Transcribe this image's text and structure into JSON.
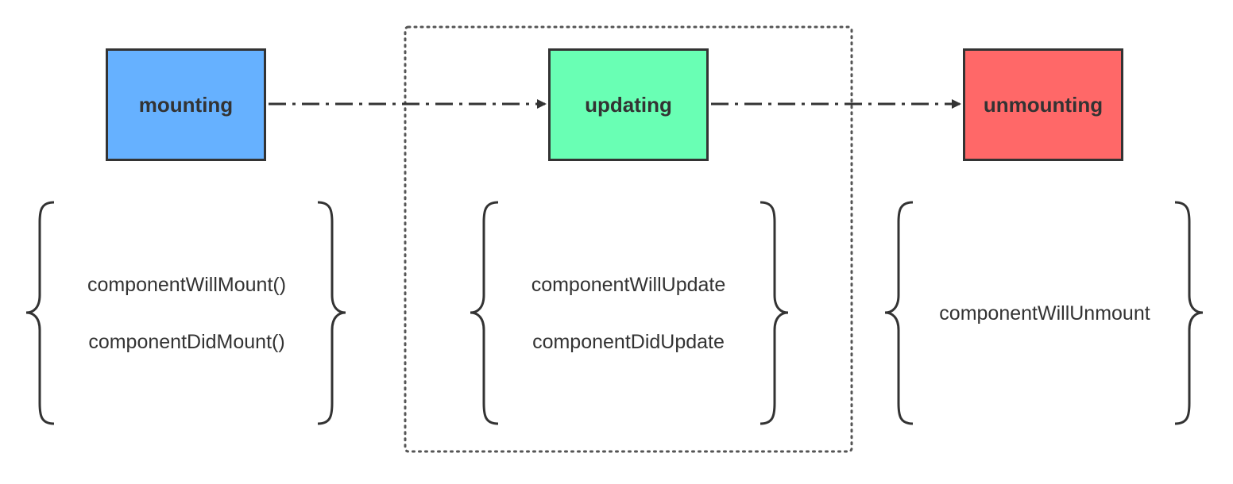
{
  "stages": {
    "mounting": {
      "label": "mounting",
      "color": "#66b1ff",
      "methods": [
        "componentWillMount()",
        "componentDidMount()"
      ]
    },
    "updating": {
      "label": "updating",
      "color": "#69ffb4",
      "methods": [
        "componentWillUpdate",
        "componentDidUpdate"
      ]
    },
    "unmounting": {
      "label": "unmounting",
      "color": "#ff6868",
      "methods": [
        "componentWillUnmount"
      ]
    }
  },
  "colors": {
    "stroke": "#333333",
    "text": "#333333",
    "dotted_frame": "#555555"
  }
}
